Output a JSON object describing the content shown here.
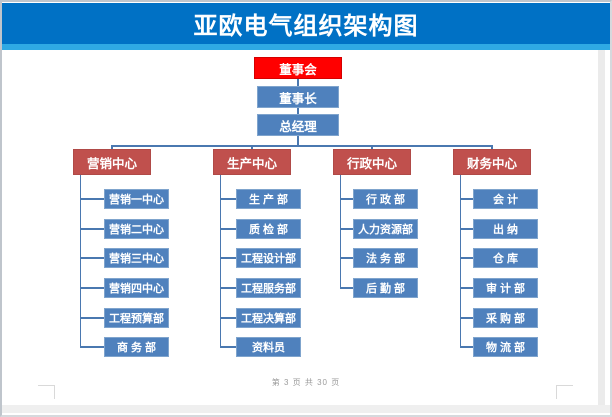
{
  "title": "亚欧电气组织架构图",
  "footer": {
    "page_indicator": "第 3 页 共 30 页"
  },
  "org_chart": {
    "root_label": "董事会",
    "chairman_label": "董事长",
    "gm_label": "总经理",
    "departments": [
      {
        "label": "营销中心",
        "children": [
          "营销一中心",
          "营销二中心",
          "营销三中心",
          "营销四中心",
          "工程预算部",
          "商 务 部"
        ]
      },
      {
        "label": "生产中心",
        "children": [
          "生 产 部",
          "质 检 部",
          "工程设计部",
          "工程服务部",
          "工程决算部",
          "资料员"
        ]
      },
      {
        "label": "行政中心",
        "children": [
          "行 政 部",
          "人力资源部",
          "法 务 部",
          "后 勤 部"
        ]
      },
      {
        "label": "财务中心",
        "children": [
          "会 计",
          "出 纳",
          "仓 库",
          "审 计 部",
          "采 购 部",
          "物 流 部"
        ]
      }
    ]
  },
  "colors": {
    "banner_blue": "#0071C5",
    "banner_accent": "#2FA9E4",
    "root_red": "#FF0000",
    "dept_red": "#C0504D",
    "node_blue": "#4F81BD",
    "connector_blue": "#4A78B0",
    "footer_gray": "#9B9B9B"
  }
}
